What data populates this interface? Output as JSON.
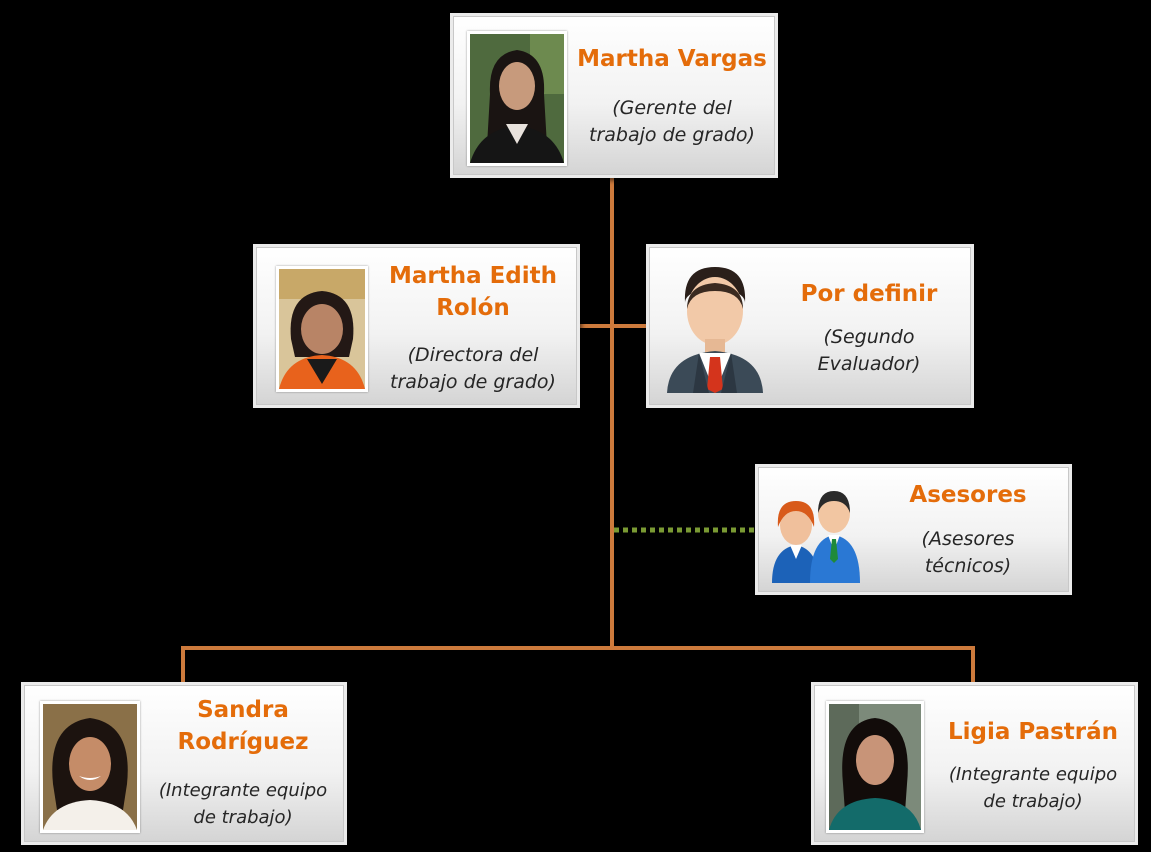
{
  "colors": {
    "background": "#000000",
    "connector": "#cd7a3c",
    "dotted_connector": "#7a9a33",
    "name_text": "#e46c0a"
  },
  "nodes": {
    "martha_vargas": {
      "name": "Martha Vargas",
      "role_line1": "(Gerente del",
      "role_line2": "trabajo de grado)"
    },
    "martha_rolon": {
      "name_line1": "Martha Edith",
      "name_line2": "Rolón",
      "role_line1": "(Directora del",
      "role_line2": "trabajo de grado)"
    },
    "por_definir": {
      "name": "Por definir",
      "role_line1": "(Segundo",
      "role_line2": "Evaluador)"
    },
    "asesores": {
      "name": "Asesores",
      "role_line1": "(Asesores",
      "role_line2": "técnicos)"
    },
    "sandra": {
      "name_line1": "Sandra",
      "name_line2": "Rodríguez",
      "role_line1": "(Integrante equipo",
      "role_line2": "de trabajo)"
    },
    "ligia": {
      "name": "Ligia Pastrán",
      "role_line1": "(Integrante equipo",
      "role_line2": "de trabajo)"
    }
  }
}
